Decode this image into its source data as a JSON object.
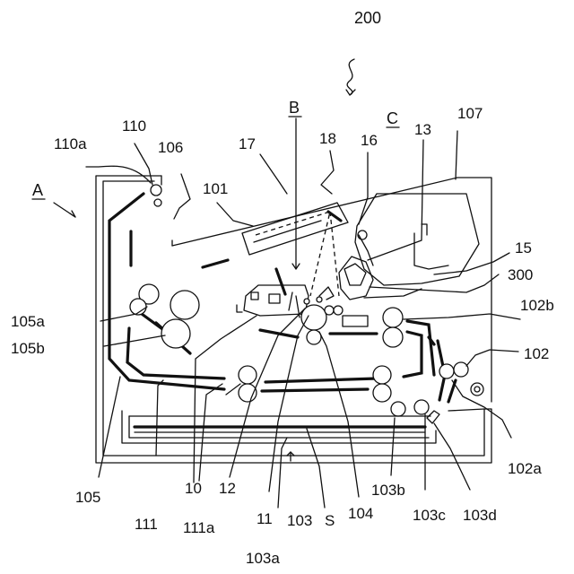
{
  "labels": {
    "l200": "200",
    "lA": "A",
    "lB": "B",
    "lC": "C",
    "l110": "110",
    "l110a": "110a",
    "l106": "106",
    "l17": "17",
    "l18": "18",
    "l16": "16",
    "l13": "13",
    "l107": "107",
    "l101": "101",
    "l15": "15",
    "l300": "300",
    "l102b": "102b",
    "l102": "102",
    "l102a": "102a",
    "l105a": "105a",
    "l105b": "105b",
    "l105": "105",
    "l10": "10",
    "l12": "12",
    "l111": "111",
    "l111a": "111a",
    "l11": "11",
    "l103": "103",
    "l103a": "103a",
    "lS": "S",
    "l104": "104",
    "l103b": "103b",
    "l103c": "103c",
    "l103d": "103d"
  }
}
